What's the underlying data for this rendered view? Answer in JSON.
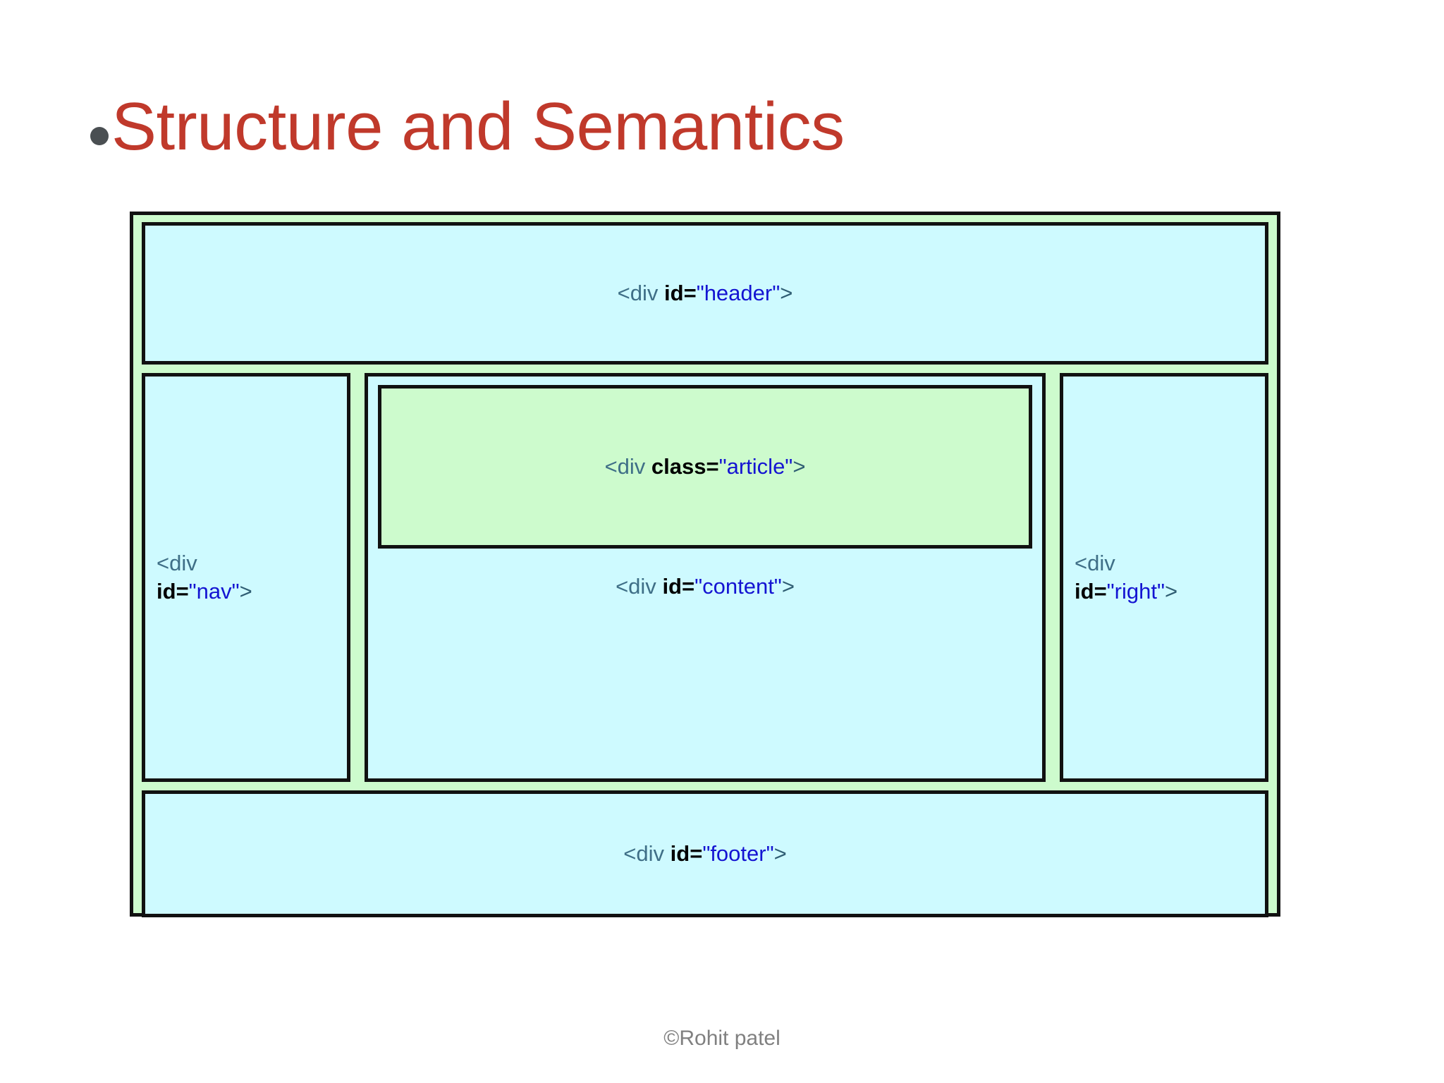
{
  "slide": {
    "title": "Structure and Semantics",
    "title_color": "#C0392B",
    "bullet_color": "#4a4f52",
    "background": "#ffffff",
    "attribution": "©Rohit patel",
    "attribution_color": "#808080"
  },
  "diagram": {
    "container_fill": "#CDFBCD",
    "box_fill": "#CEFAFF",
    "article_fill": "#CDFBCD",
    "border_color": "#111111",
    "boxes": {
      "header": {
        "open": "<div ",
        "attr": "id",
        "eq": "=",
        "value": "\"header\"",
        "close": ">"
      },
      "nav": {
        "line1": "<div",
        "attr": "id",
        "eq": "=",
        "value": "\"nav\"",
        "close": ">"
      },
      "article": {
        "open": "<div ",
        "attr": "class",
        "eq": "=",
        "value": "\"article\"",
        "close": ">"
      },
      "content": {
        "open": "<div ",
        "attr": "id",
        "eq": "=",
        "value": "\"content\"",
        "close": ">"
      },
      "right": {
        "line1": "<div",
        "attr": "id",
        "eq": "=",
        "value": "\"right\"",
        "close": ">"
      },
      "footer": {
        "open": "<div ",
        "attr": "id",
        "eq": "=",
        "value": "\"footer\"",
        "close": ">"
      }
    }
  }
}
